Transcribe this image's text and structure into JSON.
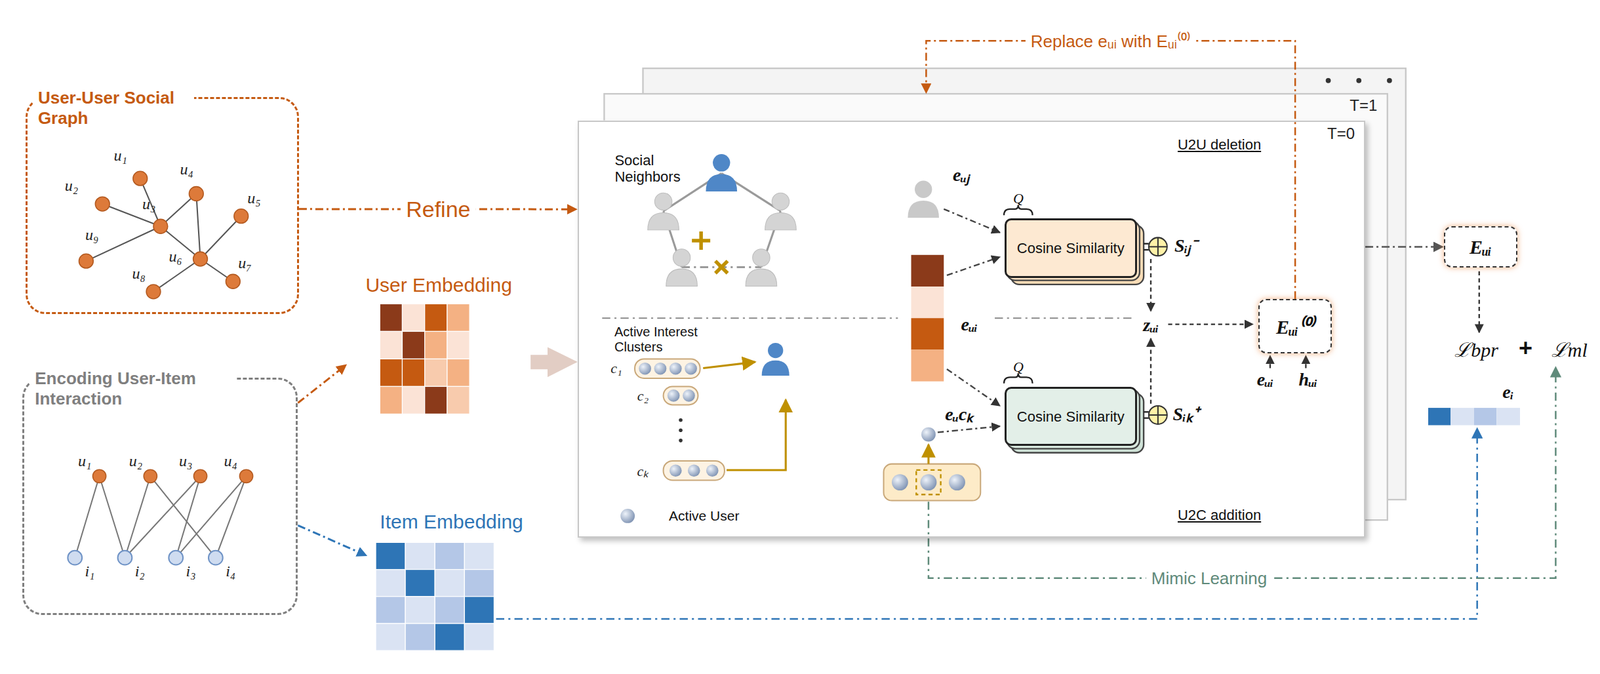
{
  "diagram": {
    "nodes": [
      {
        "text": [
          "User-User Social Graph"
        ]
      },
      {
        "text": [
          "Encoding User-Item Interaction"
        ]
      },
      {
        "text": [
          "User Embedding"
        ]
      },
      {
        "text": [
          "Item Embedding"
        ]
      },
      {
        "text": [
          "T=1"
        ]
      },
      {
        "text": [
          "T=0"
        ]
      },
      {
        "text": [
          "Cosine Similarity"
        ],
        "in": 5
      },
      {
        "text": [
          "Cosine Similarity"
        ],
        "in": 5
      },
      {
        "text": [
          "Eᵤᵢ⁽⁰⁾"
        ],
        "in": 5
      },
      {
        "text": [
          "Eᵤᵢ"
        ]
      }
    ],
    "edges": [
      {
        "from": 0,
        "to": 5,
        "label": "Refine",
        "arrow": "to"
      },
      {
        "from": 1,
        "to": 2,
        "arrow": "to"
      },
      {
        "from": 1,
        "to": 3,
        "arrow": "to"
      },
      {
        "from": 2,
        "to": 5,
        "arrow": "to"
      },
      {
        "from": 8,
        "to": 4,
        "label": "Replace eᵤᵢ with Eᵤᵢ⁽⁰⁾",
        "arrow": "to"
      },
      {
        "from": 5,
        "to": 9,
        "arrow": "to"
      }
    ],
    "labels": [
      "u₁",
      "u₂",
      "u₃",
      "u₄",
      "u₅",
      "u₆",
      "u₇",
      "u₈",
      "u₉",
      "u₁",
      "u₂",
      "u₃",
      "u₄",
      "i₁",
      "i₂",
      "i₃",
      "i₄",
      "Social Neighbors",
      "Active Interest Clusters",
      "c₁",
      "c₂",
      "cₖ",
      "Active User",
      "eᵤⱼ",
      "eᵤᵢ",
      "eᵤcₖ",
      "Q",
      "Q",
      "Sᵢⱼ⁻",
      "Sᵢₖ⁺",
      "zᵤᵢ",
      "eᵤᵢ",
      "hᵤᵢ",
      "U2U deletion",
      "U2C addition",
      "ℒbpr",
      "+",
      "ℒml",
      "eᵢ",
      "Mimic Learning"
    ]
  }
}
